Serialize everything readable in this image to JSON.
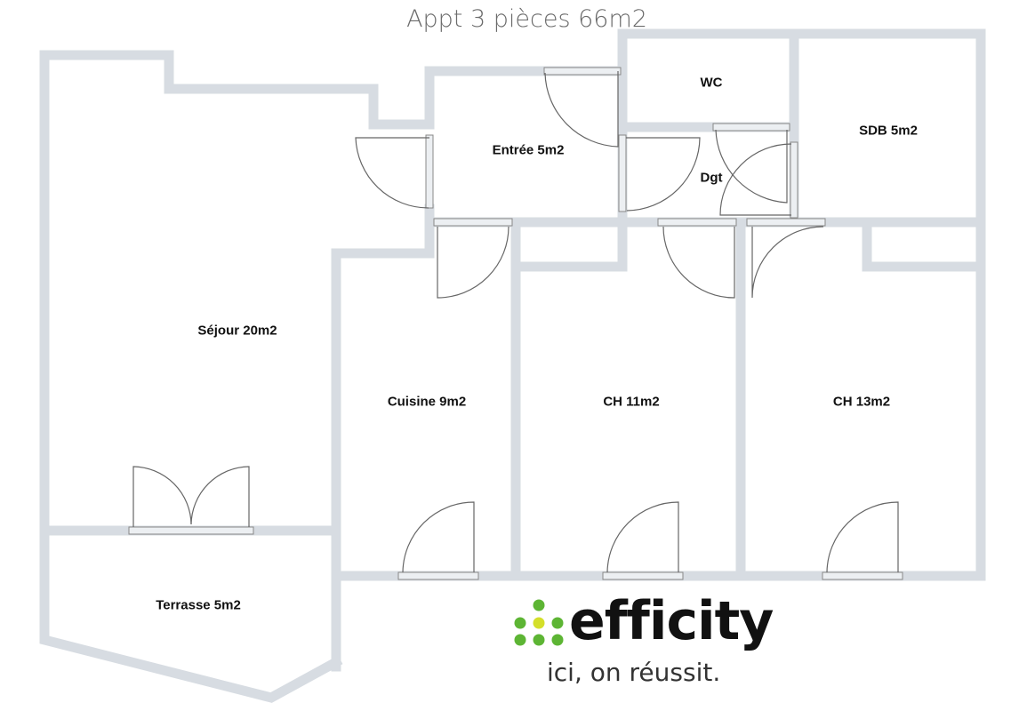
{
  "title": "Appt 3 pièces 66m2",
  "rooms": {
    "sejour": "Séjour 20m2",
    "entree": "Entrée 5m2",
    "wc": "WC",
    "sdb": "SDB 5m2",
    "dgt": "Dgt",
    "cuisine": "Cuisine 9m2",
    "ch1": "CH 11m2",
    "ch2": "CH 13m2",
    "terrasse": "Terrasse 5m2"
  },
  "logo": {
    "brand": "efficity",
    "tagline": "ici, on réussit.",
    "green": "#5db534",
    "yellow": "#d4df2a"
  },
  "colors": {
    "wall": "#d7dce2"
  }
}
